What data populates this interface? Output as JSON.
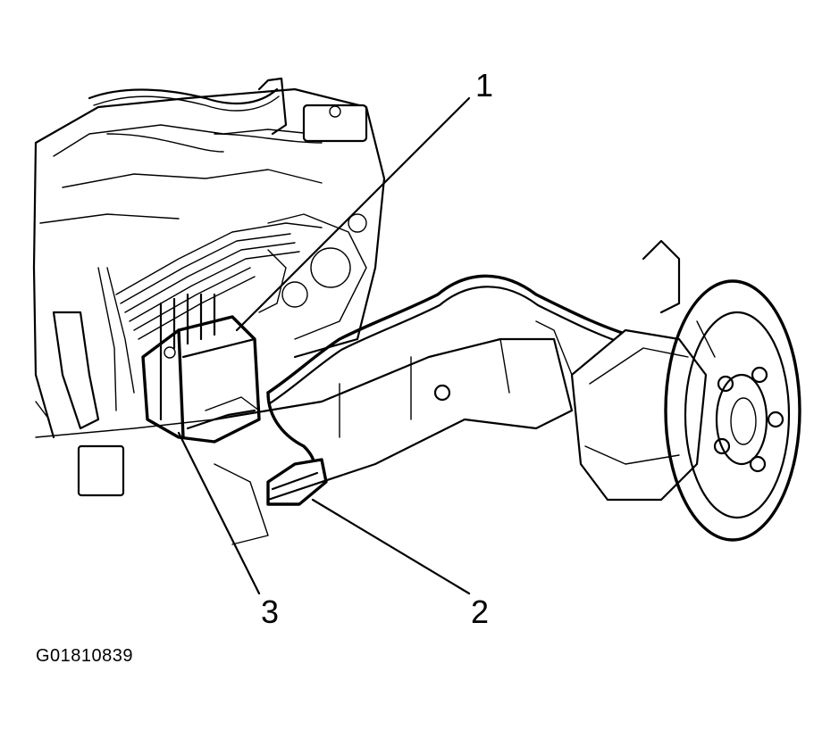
{
  "callouts": {
    "c1": "1",
    "c2": "2",
    "c3": "3"
  },
  "figure_id": "G01810839"
}
